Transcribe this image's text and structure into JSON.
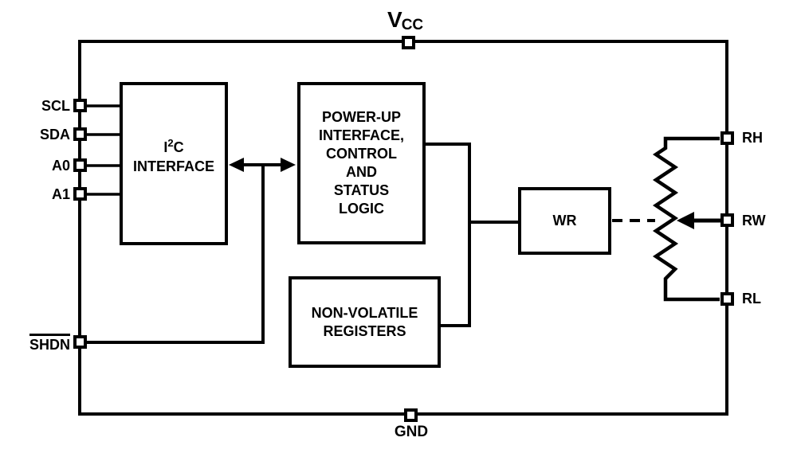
{
  "colors": {
    "line": "#000000",
    "background": "#ffffff"
  },
  "pins": {
    "top": {
      "name": "V",
      "sub": "CC"
    },
    "bottom": {
      "label": "GND"
    },
    "left": [
      {
        "label": "SCL"
      },
      {
        "label": "SDA"
      },
      {
        "label": "A0"
      },
      {
        "label": "A1"
      }
    ],
    "shdn": {
      "label": "SHDN",
      "active_low": true
    },
    "right": [
      {
        "label": "RH"
      },
      {
        "label": "RW"
      },
      {
        "label": "RL"
      }
    ]
  },
  "blocks": {
    "i2c": {
      "symbol_base": "I",
      "symbol_sup": "2",
      "symbol_end": "C",
      "line2": "INTERFACE"
    },
    "power_up": {
      "lines": [
        "POWER-UP",
        "INTERFACE,",
        "CONTROL",
        "AND",
        "STATUS",
        "LOGIC"
      ]
    },
    "nonvolatile": {
      "lines": [
        "NON-VOLATILE",
        "REGISTERS"
      ]
    },
    "wr": {
      "label": "WR"
    }
  }
}
